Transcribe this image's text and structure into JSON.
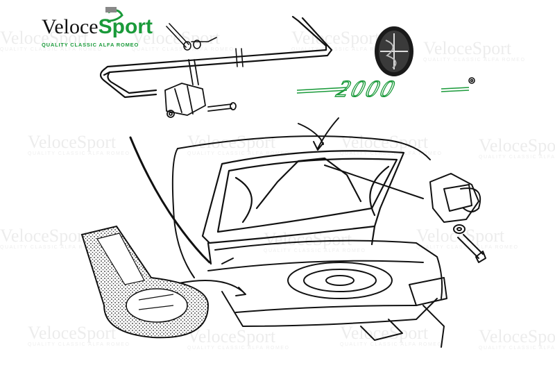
{
  "brand": {
    "name_left": "Veloce",
    "name_right": "Sport",
    "tagline": "QUALITY CLASSIC ALFA ROMEO",
    "accent_color": "#1a9a3a"
  },
  "badge": {
    "model_script": "2000"
  },
  "icons": {
    "logo_mark": "serpent-logo-icon",
    "emblem": "alfa-romeo-emblem-icon"
  }
}
